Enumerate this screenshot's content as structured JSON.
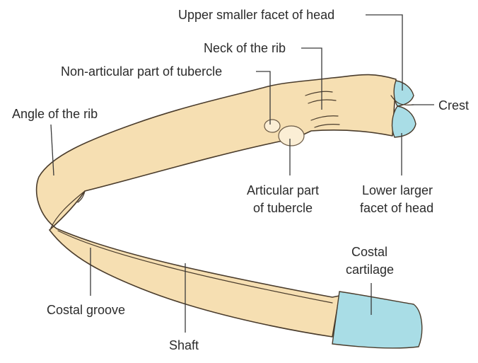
{
  "labels": {
    "upper_facet_line1": "Upper smaller facet of head",
    "neck_line1": "Neck of the rib",
    "nonarticular_line1": "Non-articular part of tubercle",
    "angle_line1": "Angle of the rib",
    "crest_line1": "Crest",
    "articular_line1": "Articular part",
    "articular_line2": "of tubercle",
    "lower_facet_line1": "Lower larger",
    "lower_facet_line2": "facet of head",
    "costal_cartilage_line1": "Costal",
    "costal_cartilage_line2": "cartilage",
    "costal_groove_line1": "Costal groove",
    "shaft_line1": "Shaft"
  },
  "colors": {
    "bone": "#f6dfb2",
    "cartilage": "#a9dde6",
    "outline": "#4a3c2c",
    "text": "#2b2b2b"
  }
}
